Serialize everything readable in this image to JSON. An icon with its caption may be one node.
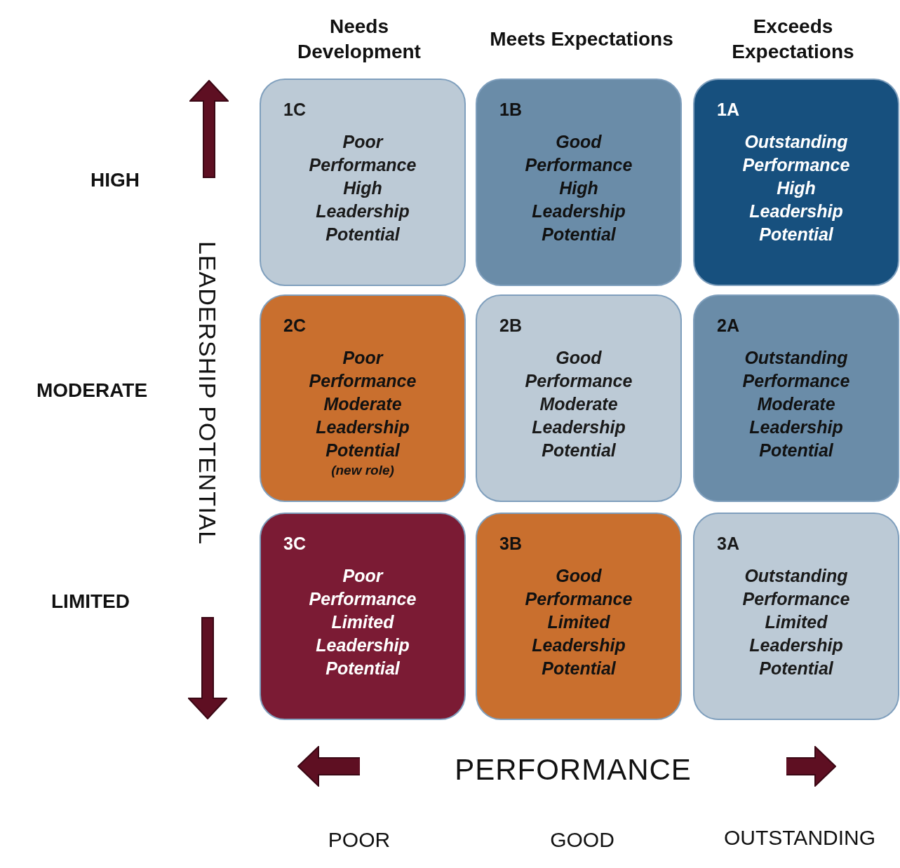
{
  "diagram": {
    "nodes": [
      {
        "text": [
          "1C",
          "Poor Performance High Leadership Potential"
        ]
      },
      {
        "text": [
          "1B",
          "Good Performance High Leadership Potential"
        ]
      },
      {
        "text": [
          "1A",
          "Outstanding Performance High Leadership Potential"
        ]
      },
      {
        "text": [
          "2C",
          "Poor Performance Moderate Leadership Potential",
          "(new role)"
        ]
      },
      {
        "text": [
          "2B",
          "Good Performance Moderate Leadership Potential"
        ]
      },
      {
        "text": [
          "2A",
          "Outstanding Performance Moderate Leadership Potential"
        ]
      },
      {
        "text": [
          "3C",
          "Poor Performance Limited Leadership Potential"
        ]
      },
      {
        "text": [
          "3B",
          "Good Performance Limited Leadership Potential"
        ]
      },
      {
        "text": [
          "3A",
          "Outstanding Performance Limited Leadership Potential"
        ]
      }
    ],
    "labels": [
      "Needs Development",
      "Meets Expectations",
      "Exceeds Expectations",
      "HIGH",
      "MODERATE",
      "LIMITED",
      "LEADERSHIP POTENTIAL",
      "PERFORMANCE",
      "POOR",
      "GOOD",
      "OUTSTANDING"
    ]
  }
}
